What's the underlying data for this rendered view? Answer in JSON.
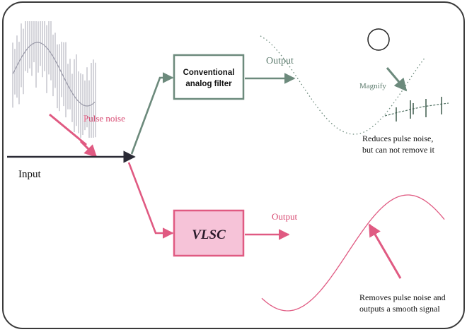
{
  "colors": {
    "frame": "#3a3a3a",
    "dark": "#2a2a35",
    "green": "#6c8a7c",
    "greenText": "#5b7a6c",
    "pink": "#e05a82",
    "pinkText": "#d84a72",
    "vlscFill": "#f6c3d8",
    "noise": "#9a9aa8"
  },
  "labels": {
    "pulse_noise": "Pulse noise",
    "input": "Input",
    "conventional_line1": "Conventional",
    "conventional_line2": "analog filter",
    "output_top": "Output",
    "magnify": "Magnify",
    "reduces_line1": "Reduces pulse noise,",
    "reduces_line2": "but can not remove it",
    "vlsc": "VLSC",
    "output_bottom": "Output",
    "removes_line1": "Removes pulse noise and",
    "removes_line2": "outputs a smooth signal"
  }
}
